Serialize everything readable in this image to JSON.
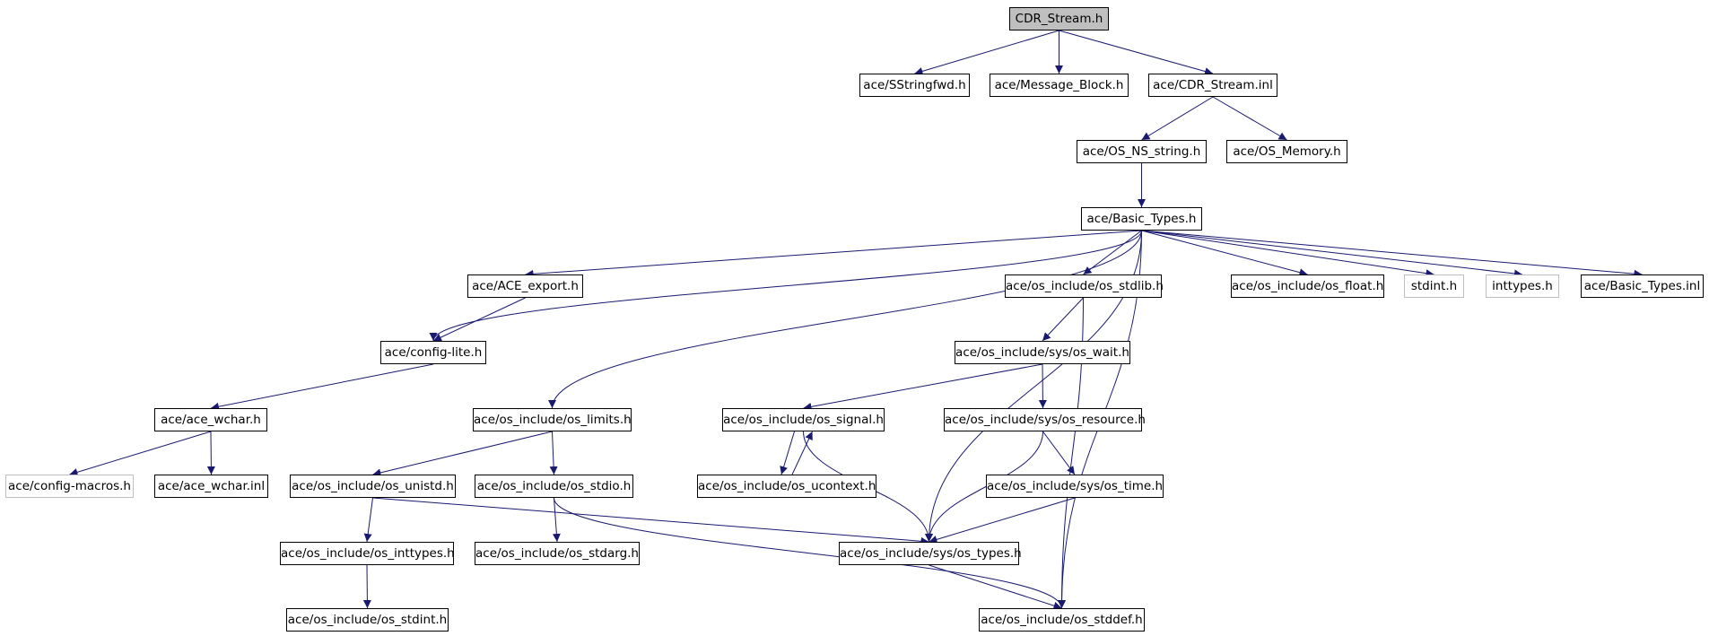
{
  "colors": {
    "edge": "#191970",
    "root_fill": "#bfbfbf",
    "ext_border": "#bfbfbf"
  },
  "nodes": {
    "cdr_stream_h": "CDR_Stream.h",
    "sstringfwd_h": "ace/SStringfwd.h",
    "message_block_h": "ace/Message_Block.h",
    "cdr_stream_inl": "ace/CDR_Stream.inl",
    "os_ns_string_h": "ace/OS_NS_string.h",
    "os_memory_h": "ace/OS_Memory.h",
    "basic_types_h": "ace/Basic_Types.h",
    "ace_export_h": "ace/ACE_export.h",
    "os_stdlib_h": "ace/os_include/os_stdlib.h",
    "os_float_h": "ace/os_include/os_float.h",
    "stdint_h": "stdint.h",
    "inttypes_h": "inttypes.h",
    "basic_types_inl": "ace/Basic_Types.inl",
    "config_lite_h": "ace/config-lite.h",
    "os_wait_h": "ace/os_include/sys/os_wait.h",
    "ace_wchar_h": "ace/ace_wchar.h",
    "os_limits_h": "ace/os_include/os_limits.h",
    "os_signal_h": "ace/os_include/os_signal.h",
    "os_resource_h": "ace/os_include/sys/os_resource.h",
    "config_macros_h": "ace/config-macros.h",
    "ace_wchar_inl": "ace/ace_wchar.inl",
    "os_unistd_h": "ace/os_include/os_unistd.h",
    "os_stdio_h": "ace/os_include/os_stdio.h",
    "os_ucontext_h": "ace/os_include/os_ucontext.h",
    "os_time_h": "ace/os_include/sys/os_time.h",
    "os_inttypes_h": "ace/os_include/os_inttypes.h",
    "os_stdarg_h": "ace/os_include/os_stdarg.h",
    "os_types_h": "ace/os_include/sys/os_types.h",
    "os_stdint_h": "ace/os_include/os_stdint.h",
    "os_stddef_h": "ace/os_include/os_stddef.h"
  },
  "edges": [
    [
      "cdr_stream_h",
      "sstringfwd_h"
    ],
    [
      "cdr_stream_h",
      "message_block_h"
    ],
    [
      "cdr_stream_h",
      "cdr_stream_inl"
    ],
    [
      "cdr_stream_inl",
      "os_ns_string_h"
    ],
    [
      "cdr_stream_inl",
      "os_memory_h"
    ],
    [
      "os_ns_string_h",
      "basic_types_h"
    ],
    [
      "basic_types_h",
      "config_lite_h"
    ],
    [
      "basic_types_h",
      "ace_export_h"
    ],
    [
      "basic_types_h",
      "os_limits_h"
    ],
    [
      "basic_types_h",
      "os_types_h"
    ],
    [
      "basic_types_h",
      "os_stdlib_h"
    ],
    [
      "basic_types_h",
      "os_stddef_h"
    ],
    [
      "basic_types_h",
      "os_float_h"
    ],
    [
      "basic_types_h",
      "stdint_h"
    ],
    [
      "basic_types_h",
      "inttypes_h"
    ],
    [
      "basic_types_h",
      "basic_types_inl"
    ],
    [
      "ace_export_h",
      "config_lite_h"
    ],
    [
      "config_lite_h",
      "ace_wchar_h"
    ],
    [
      "ace_wchar_h",
      "config_macros_h"
    ],
    [
      "ace_wchar_h",
      "ace_wchar_inl"
    ],
    [
      "os_limits_h",
      "os_unistd_h"
    ],
    [
      "os_limits_h",
      "os_stdio_h"
    ],
    [
      "os_unistd_h",
      "os_inttypes_h"
    ],
    [
      "os_unistd_h",
      "os_types_h"
    ],
    [
      "os_inttypes_h",
      "os_stdint_h"
    ],
    [
      "os_stdio_h",
      "os_stdarg_h"
    ],
    [
      "os_stdio_h",
      "os_stddef_h"
    ],
    [
      "os_stdlib_h",
      "os_wait_h"
    ],
    [
      "os_stdlib_h",
      "os_stddef_h"
    ],
    [
      "os_wait_h",
      "os_signal_h"
    ],
    [
      "os_wait_h",
      "os_resource_h"
    ],
    [
      "os_signal_h",
      "os_ucontext_h"
    ],
    [
      "os_ucontext_h",
      "os_signal_h"
    ],
    [
      "os_signal_h",
      "os_types_h"
    ],
    [
      "os_resource_h",
      "os_time_h"
    ],
    [
      "os_resource_h",
      "os_types_h"
    ],
    [
      "os_time_h",
      "os_types_h"
    ],
    [
      "os_types_h",
      "os_stddef_h"
    ]
  ]
}
